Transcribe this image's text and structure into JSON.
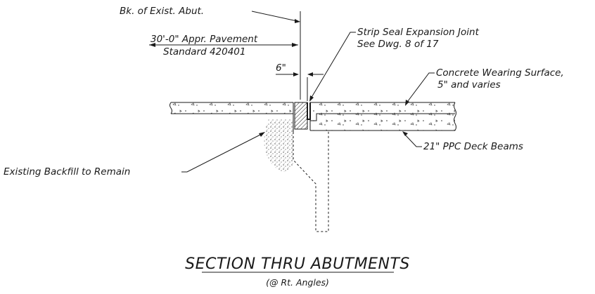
{
  "labels": {
    "back_of_abutment": "Bk. of Exist. Abut.",
    "approach_pavement_line1": "30'-0\" Appr. Pavement",
    "approach_pavement_line2": "Standard 420401",
    "gap_dimension": "6\"",
    "strip_seal_line1": "Strip Seal Expansion Joint",
    "strip_seal_line2": "See Dwg. 8 of 17",
    "wearing_surface_line1": "Concrete Wearing Surface,",
    "wearing_surface_line2": "5\" and varies",
    "deck_beams": "21\" PPC Deck Beams",
    "backfill": "Existing Backfill to Remain"
  },
  "title": "SECTION THRU ABUTMENTS",
  "subtitle": "(@ Rt. Angles)"
}
